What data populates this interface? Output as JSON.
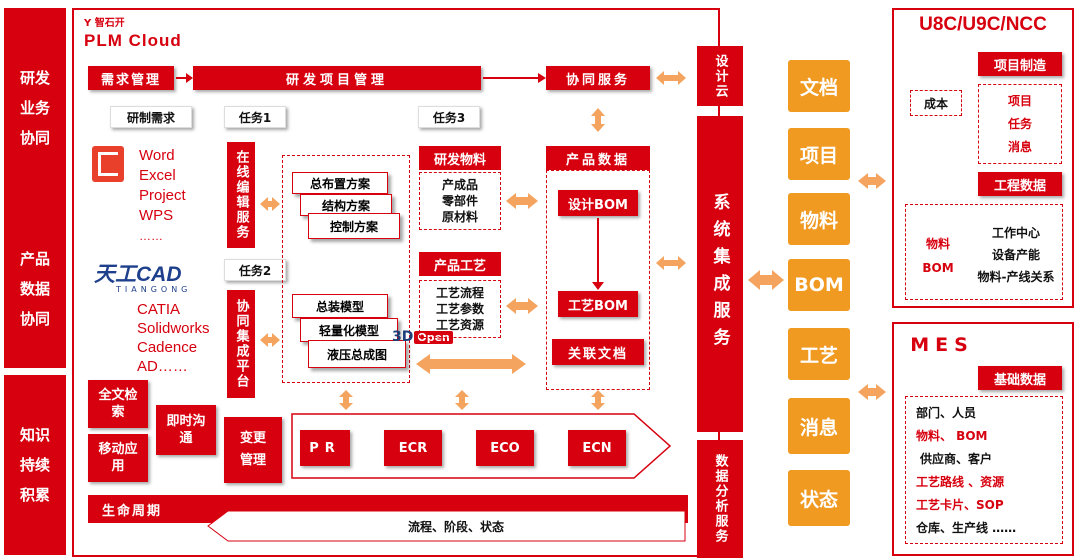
{
  "left_bar": {
    "block1": [
      "研发",
      "业务",
      "协同"
    ],
    "block2": [
      "产品",
      "数据",
      "协同"
    ],
    "block3": [
      "知识",
      "持续",
      "积累"
    ]
  },
  "logo": {
    "brand_cn": "智石开",
    "brand_en": "PLM Cloud"
  },
  "top_row": {
    "req_mgmt": "需求管理",
    "rd_project": "研发项目管理",
    "collab_service": "协同服务"
  },
  "labels": {
    "dev_req": "研制需求",
    "task1": "任务1",
    "task2": "任务2",
    "task3": "任务3"
  },
  "office_apps": [
    "Word",
    "Excel",
    "Project",
    "WPS",
    "……"
  ],
  "tiangong": {
    "name": "天工CAD",
    "sub": "TIANGONG"
  },
  "cad_apps": [
    "CATIA",
    "Solidworks",
    "Cadence",
    "AD……"
  ],
  "online_edit": "在线编辑服务",
  "collab_platform": "协同集成平台",
  "plans": [
    "总布置方案",
    "结构方案",
    "控制方案"
  ],
  "models": [
    "总装模型",
    "轻量化模型",
    "液压总成图"
  ],
  "open3d": {
    "prefix": "3D",
    "suffix": "Open"
  },
  "materials": {
    "title": "研发物料",
    "items": [
      "产成品",
      "零部件",
      "原材料"
    ]
  },
  "process": {
    "title": "产品工艺",
    "items": [
      "工艺流程",
      "工艺参数",
      "工艺资源"
    ]
  },
  "product_data": {
    "title": "产品数据",
    "design_bom": "设计BOM",
    "process_bom": "工艺BOM",
    "related_docs": "关联文档"
  },
  "bottom_left": {
    "fulltext": "全文检索",
    "mobile": "移动应用",
    "instant": "即时沟通",
    "change": "变更管理"
  },
  "flow": [
    "PR",
    "ECR",
    "ECO",
    "ECN"
  ],
  "lifecycle": {
    "title": "生命周期",
    "detail": "流程、阶段、状态"
  },
  "design_cloud": "设计云",
  "sys_integration": "系统集成服务",
  "data_analysis": "数据分析服务",
  "categories": [
    "文档",
    "项目",
    "物料",
    "BOM",
    "工艺",
    "消息",
    "状态"
  ],
  "erp": {
    "title": "U8C/U9C/NCC",
    "project_mfg": "项目制造",
    "cost": "成本",
    "project_items": [
      "项目",
      "任务",
      "消息"
    ],
    "eng_data": "工程数据",
    "material_bom": [
      "物料",
      "BOM"
    ],
    "eng_items": [
      "工作中心",
      "设备产能",
      "物料-产线关系"
    ]
  },
  "mes": {
    "title": "MES",
    "basic": "基础数据",
    "items": [
      {
        "text": "部门、人员",
        "color": "#111111"
      },
      {
        "text": "物料、 BOM",
        "color": "#d7000f"
      },
      {
        "text": "供应商、客户",
        "color": "#111111"
      },
      {
        "text": "工艺路线 、资源",
        "color": "#d7000f"
      },
      {
        "text": "工艺卡片、SOP",
        "color": "#d7000f"
      },
      {
        "text": "仓库、生产线 ……",
        "color": "#111111"
      }
    ]
  },
  "colors": {
    "brand_red": "#d7000f",
    "orange": "#f09a22",
    "arrow": "#f4a45e"
  }
}
